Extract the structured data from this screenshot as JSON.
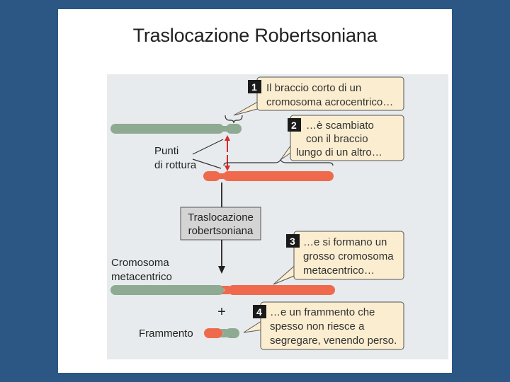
{
  "title": "Traslocazione Robertsoniana",
  "callouts": [
    {
      "num": "1",
      "lines": [
        "Il braccio corto di un",
        "cromosoma acrocentrico…"
      ]
    },
    {
      "num": "2",
      "lines": [
        "…è scambiato",
        "con il braccio",
        "lungo di un altro…"
      ]
    },
    {
      "num": "3",
      "lines": [
        "…e si formano un",
        "grosso cromosoma",
        "metacentrico…"
      ]
    },
    {
      "num": "4",
      "lines": [
        "…e un frammento che",
        "spesso non riesce a",
        "segregare, venendo perso."
      ]
    }
  ],
  "labels": {
    "breakpoints": [
      "Punti",
      "di rottura"
    ],
    "process": [
      "Traslocazione",
      "robertsoniana"
    ],
    "metacentric": [
      "Cromosoma",
      "metacentrico"
    ],
    "plus": "+",
    "fragment": "Frammento"
  },
  "colors": {
    "green": "#8faa93",
    "orange": "#ef6a4d",
    "callout_bg": "#fbedcf",
    "number_bg": "#1a1a1a",
    "arrow_red": "#d62b2b",
    "background": "#2c5683"
  }
}
